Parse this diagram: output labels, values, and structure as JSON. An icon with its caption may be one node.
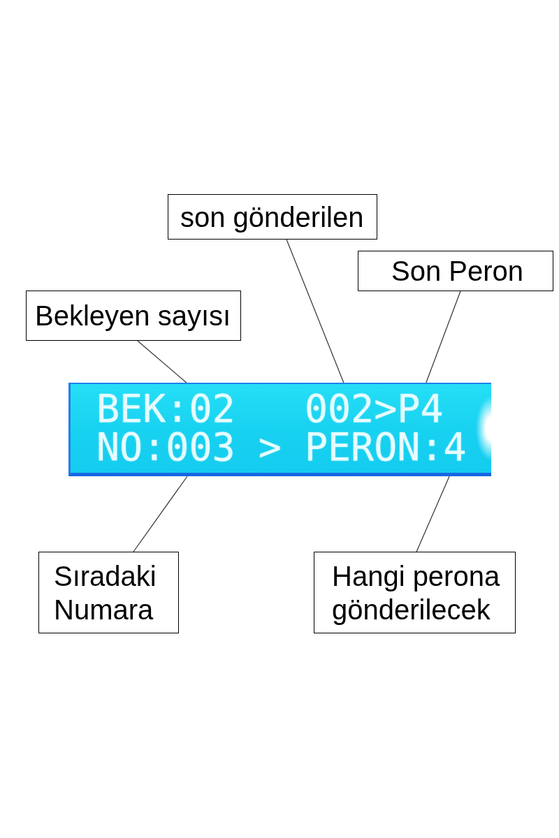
{
  "diagram": {
    "nodes": [
      {
        "text": [
          "son gönderilen"
        ]
      },
      {
        "text": [
          "Son Peron"
        ]
      },
      {
        "text": [
          "Bekleyen sayısı"
        ]
      },
      {
        "text": [
          "BEK:02",
          "002>P4",
          "NO:003",
          ">",
          "PERON:4"
        ]
      },
      {
        "text": [
          "Sıradaki Numara"
        ]
      },
      {
        "text": [
          "Hangi perona gönderilecek"
        ]
      }
    ],
    "edges": [
      {
        "from": 0,
        "to": 3,
        "arrow": "none"
      },
      {
        "from": 1,
        "to": 3,
        "arrow": "none"
      },
      {
        "from": 2,
        "to": 3,
        "arrow": "none"
      },
      {
        "from": 4,
        "to": 3,
        "arrow": "none"
      },
      {
        "from": 5,
        "to": 3,
        "arrow": "none"
      }
    ]
  }
}
